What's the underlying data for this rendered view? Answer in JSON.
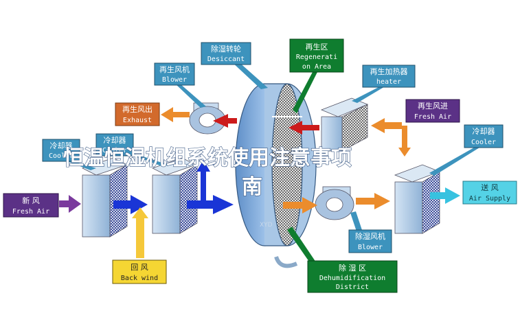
{
  "overlay_title": {
    "line1": "恒温恒湿机组系统使用注意事项",
    "line2": "南"
  },
  "watermark": "XYD",
  "colors": {
    "label_blue": "#3d93bd",
    "label_purple": "#5b3186",
    "label_orange": "#d26a2c",
    "label_yellow": "#f5d633",
    "label_green": "#0f7d2f",
    "label_cyan": "#54d2e6",
    "arrow_blue": "#1a35d6",
    "arrow_red": "#cc1b1b",
    "arrow_orange": "#eb8c2c",
    "arrow_purple": "#7a3a9d",
    "arrow_yellow": "#f5c83a",
    "arrow_cyan": "#37c2e0",
    "wheel": "#7aa6d6"
  },
  "labels": {
    "desiccant": {
      "cn": "除湿转轮",
      "en": "Desiccant"
    },
    "regeneration_area": {
      "cn": "再生区",
      "en1": "Regenerati",
      "en2": "on Area"
    },
    "regen_blower": {
      "cn": "再生风机",
      "en": "Blower"
    },
    "regen_heater": {
      "cn": "再生加热器",
      "en": "heater"
    },
    "exhaust": {
      "cn": "再生风出",
      "en": "Exhaust"
    },
    "regen_fresh_air": {
      "cn": "再生风进",
      "en": "Fresh Air"
    },
    "cooler_left": {
      "cn": "冷却器",
      "en": "Cooler"
    },
    "cooler_mid": {
      "cn": "冷却器",
      "en": "Cooler"
    },
    "cooler_right": {
      "cn": "冷却器",
      "en": "Cooler"
    },
    "fresh_air_in": {
      "cn": "新    风",
      "en": "Fresh Air"
    },
    "air_supply": {
      "cn": "送  风",
      "en": "Air Supply"
    },
    "dehum_blower": {
      "cn": "除湿风机",
      "en": "Blower"
    },
    "back_wind": {
      "cn": "回    风",
      "en": "Back wind"
    },
    "dehum_district": {
      "cn": "除    湿    区",
      "en1": "Dehumidification",
      "en2": "District"
    }
  }
}
